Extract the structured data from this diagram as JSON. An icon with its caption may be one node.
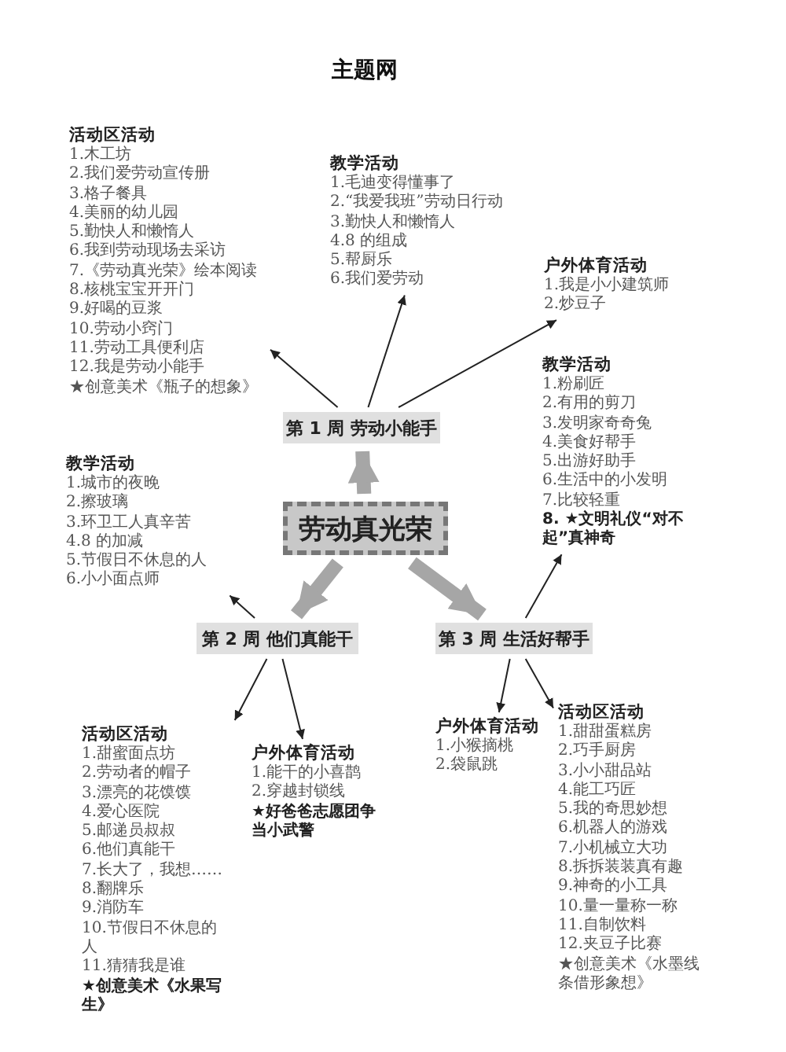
{
  "diagram": {
    "title": "主题网",
    "nodes": [
      {
        "text": [
          "劳动真光荣"
        ]
      },
      {
        "text": [
          "第 1 周  劳动小能手"
        ]
      },
      {
        "text": [
          "第 2 周  他们真能干"
        ]
      },
      {
        "text": [
          "第 3 周  生活好帮手"
        ]
      },
      {
        "text": [
          "活动区活动",
          "1.木工坊",
          "2.我们爱劳动宣传册",
          "3.格子餐具",
          "4.美丽的幼儿园",
          "5.勤快人和懒惰人",
          "6.我到劳动现场去采访",
          "7.《劳动真光荣》绘本阅读",
          "8.核桃宝宝开开门",
          "9.好喝的豆浆",
          "10.劳动小窍门",
          "11.劳动工具便利店",
          "12.我是劳动小能手",
          "★创意美术《瓶子的想象》"
        ]
      },
      {
        "text": [
          "教学活动",
          "1.毛迪变得懂事了",
          "2.“我爱我班”劳动日行动",
          "3.勤快人和懒惰人",
          "4.8 的组成",
          "5.帮厨乐",
          "6.我们爱劳动"
        ]
      },
      {
        "text": [
          "户外体育活动",
          "1.我是小小建筑师",
          "2.炒豆子"
        ]
      },
      {
        "text": [
          "教学活动",
          "1.城市的夜晚",
          "2.擦玻璃",
          "3.环卫工人真辛苦",
          "4.8 的加减",
          "5.节假日不休息的人",
          "6.小小面点师"
        ]
      },
      {
        "text": [
          "活动区活动",
          "1.甜蜜面点坊",
          "2.劳动者的帽子",
          "3.漂亮的花馍馍",
          "4.爱心医院",
          "5.邮递员叔叔",
          "6.他们真能干",
          "7.长大了，我想……",
          "8.翻牌乐",
          "9.消防车",
          "10.节假日不休息的人",
          "11.猜猜我是谁",
          "★创意美术《水果写生》"
        ]
      },
      {
        "text": [
          "户外体育活动",
          "1.能干的小喜鹊",
          "2.穿越封锁线",
          "★好爸爸志愿团争当小武警"
        ]
      },
      {
        "text": [
          "户外体育活动",
          "1.小猴摘桃",
          "2.袋鼠跳"
        ]
      },
      {
        "text": [
          "活动区活动",
          "1.甜甜蛋糕房",
          "2.巧手厨房",
          "3.小小甜品站",
          "4.能工巧匠",
          "5.我的奇思妙想",
          "6.机器人的游戏",
          "7.小机械立大功",
          "8.拆拆装装真有趣",
          "9.神奇的小工具",
          "10.量一量称一称",
          "11.自制饮料",
          "12.夹豆子比赛",
          "★创意美术《水墨线条借形象想》"
        ]
      },
      {
        "text": [
          "教学活动",
          "1.粉刷匠",
          "2.有用的剪刀",
          "3.发明家奇奇兔",
          "4.美食好帮手",
          "5.出游好助手",
          "6.生活中的小发明",
          "7.比较轻重",
          "8. ★文明礼仪“对不起”真神奇"
        ]
      }
    ],
    "edges": [
      {
        "from": 0,
        "to": 1,
        "arrow": "to",
        "style": "thick",
        "color": "#a6a6a6"
      },
      {
        "from": 0,
        "to": 2,
        "arrow": "to",
        "style": "thick",
        "color": "#a6a6a6"
      },
      {
        "from": 0,
        "to": 3,
        "arrow": "to",
        "style": "thick",
        "color": "#a6a6a6"
      },
      {
        "from": 1,
        "to": 4,
        "arrow": "to"
      },
      {
        "from": 1,
        "to": 5,
        "arrow": "to"
      },
      {
        "from": 1,
        "to": 6,
        "arrow": "to"
      },
      {
        "from": 2,
        "to": 7,
        "arrow": "to"
      },
      {
        "from": 2,
        "to": 8,
        "arrow": "to"
      },
      {
        "from": 2,
        "to": 9,
        "arrow": "to"
      },
      {
        "from": 3,
        "to": 10,
        "arrow": "to"
      },
      {
        "from": 3,
        "to": 11,
        "arrow": "to"
      },
      {
        "from": 3,
        "to": 12,
        "arrow": "to"
      }
    ]
  }
}
